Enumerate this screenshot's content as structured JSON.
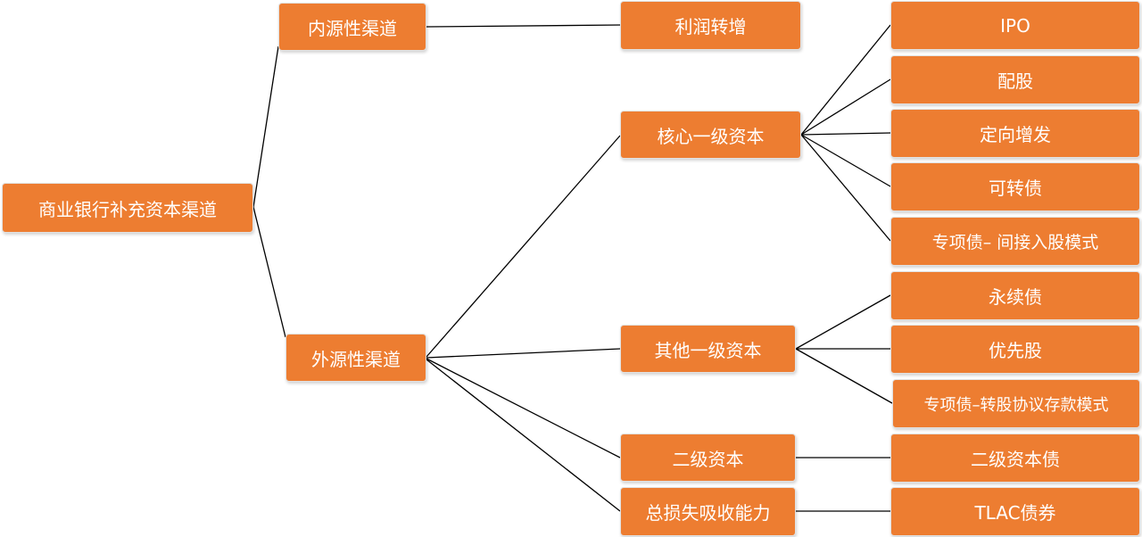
{
  "nodes": {
    "root": "商业银行补充资本渠道",
    "internal": "内源性渠道",
    "external": "外源性渠道",
    "profit": "利润转增",
    "core_tier1": "核心一级资本",
    "other_tier1": "其他一级资本",
    "tier2": "二级资本",
    "tlac": "总损失吸收能力",
    "ipo": "IPO",
    "rights": "配股",
    "private": "定向增发",
    "convertible": "可转债",
    "special_indirect": "专项债– 间接入股模式",
    "perpetual": "永续债",
    "preferred": "优先股",
    "special_conversion": "专项债–转股协议存款模式",
    "tier2_bond": "二级资本债",
    "tlac_bond": "TLAC债券"
  },
  "colors": {
    "node_fill": "#ED7D31",
    "node_text": "#ffffff",
    "connector": "#000000"
  }
}
